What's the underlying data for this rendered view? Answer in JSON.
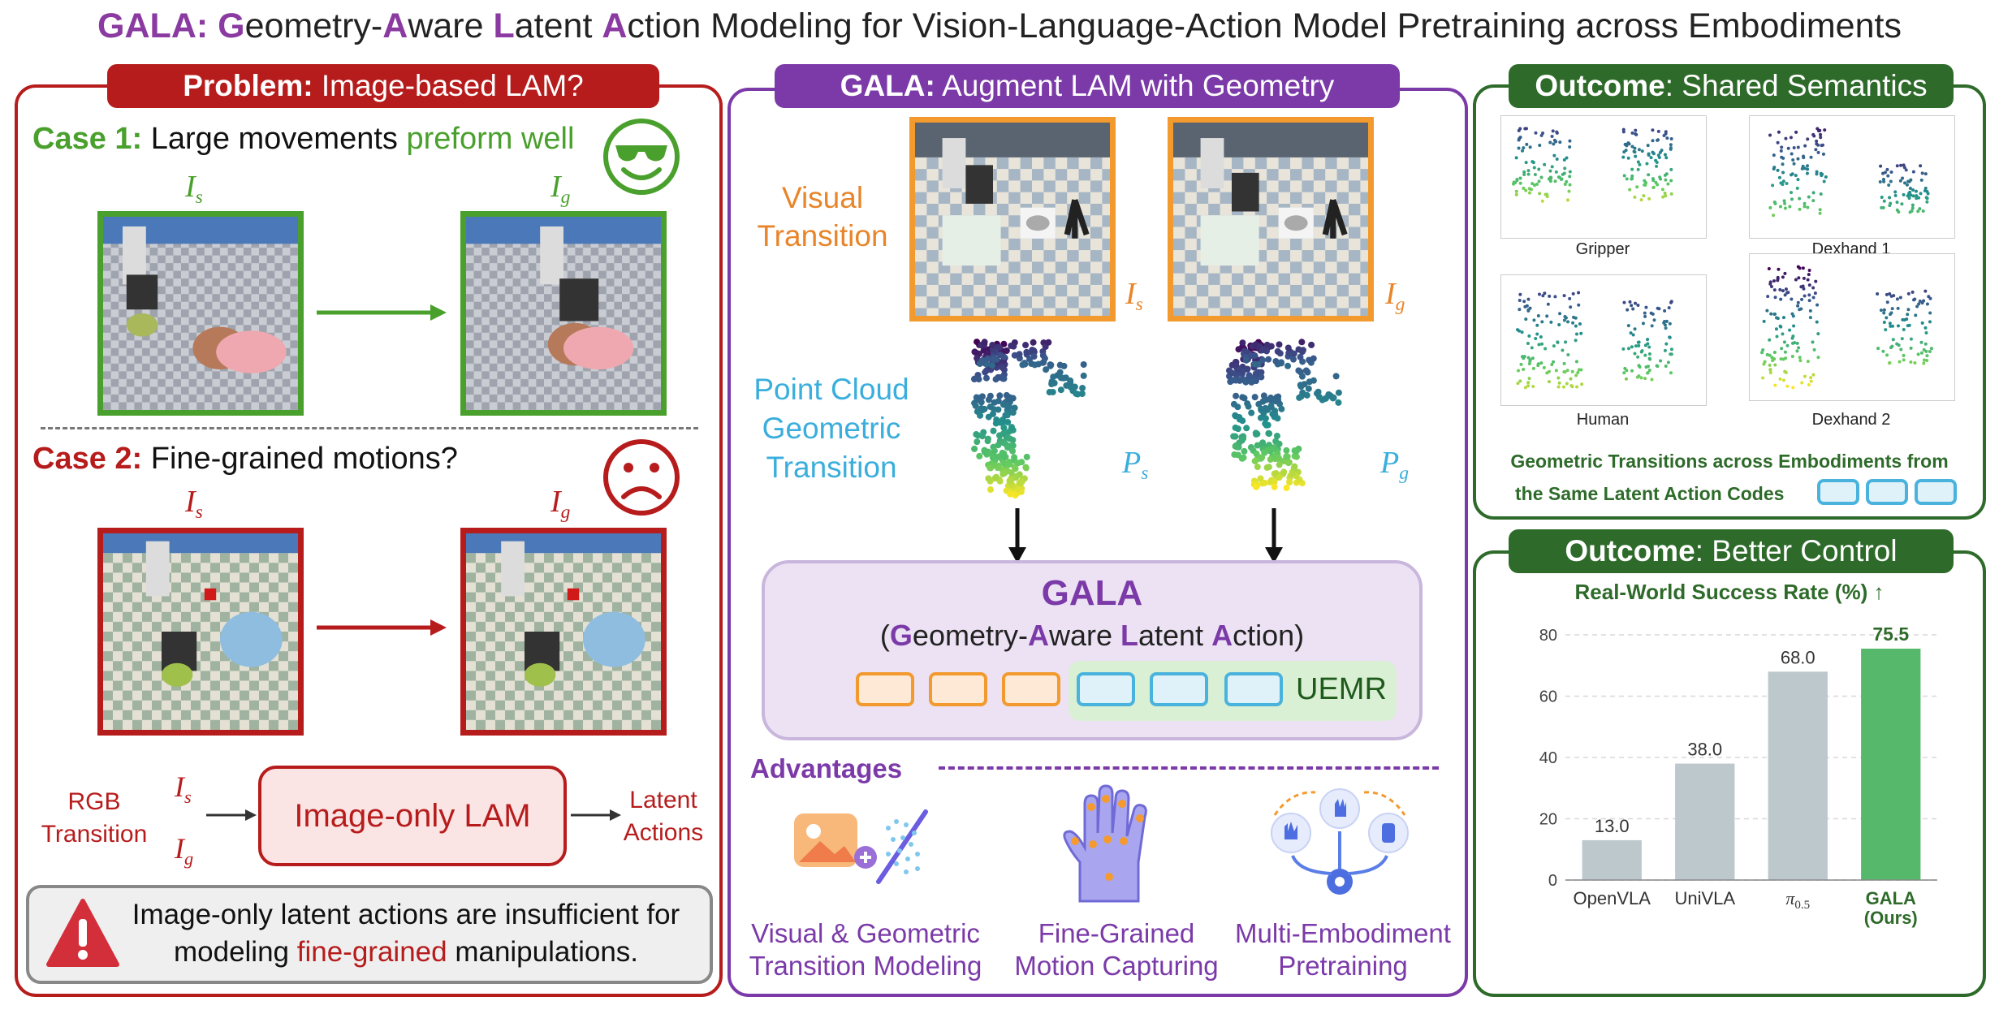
{
  "title": {
    "prefix": "GALA: ",
    "parts": [
      [
        "G",
        "eometry-"
      ],
      [
        "A",
        "ware "
      ],
      [
        "L",
        "atent "
      ],
      [
        "A",
        "ction Modeling for Vision-Language-Action Model Pretraining across Embodiments"
      ]
    ]
  },
  "colors": {
    "red": "#b71c1c",
    "green": "#4aa02c",
    "purple": "#7b3aa8",
    "dark_green": "#2e6b2a",
    "orange": "#e8852a",
    "cyan": "#3aaedc"
  },
  "left": {
    "header_bold": "Problem:",
    "header_rest": " Image-based LAM?",
    "case1_bold": "Case 1:",
    "case1_a": " Large movements ",
    "case1_b": "preform well",
    "case2_bold": "Case 2:",
    "case2_rest": " Fine-grained motions?",
    "img_start": "I",
    "img_start_sub": "s",
    "img_goal": "I",
    "img_goal_sub": "g",
    "rgb_transition": "RGB\nTransition",
    "lam_box": "Image-only LAM",
    "latent_actions": "Latent\nActions",
    "warning_a": "Image-only latent actions are insufficient for",
    "warning_b": "modeling ",
    "warning_c": "fine-grained",
    "warning_d": " manipulations.",
    "happy_icon": "smiling-face-sunglasses-icon",
    "sad_icon": "frowning-face-icon",
    "warn_icon": "warning-triangle-icon"
  },
  "middle": {
    "header_bold": "GALA:",
    "header_rest": " Augment LAM with Geometry",
    "visual_transition": "Visual\nTransition",
    "point_cloud": "Point Cloud\nGeometric\nTransition",
    "p_start": "P",
    "p_start_sub": "s",
    "p_goal": "P",
    "p_goal_sub": "g",
    "gala_title": "GALA",
    "gala_sub_parts": [
      [
        "(",
        ""
      ],
      [
        "G",
        "eometry-"
      ],
      [
        "A",
        "ware "
      ],
      [
        "L",
        "atent "
      ],
      [
        "A",
        "ction)"
      ]
    ],
    "uemr": "UEMR",
    "advantages": "Advantages",
    "adv1": "Visual & Geometric\nTransition Modeling",
    "adv2": "Fine-Grained\nMotion Capturing",
    "adv3": "Multi-Embodiment\nPretraining"
  },
  "right_top": {
    "header_bold": "Outcome",
    "header_rest": ": Shared Semantics",
    "labels": [
      "Gripper",
      "Dexhand 1",
      "Human",
      "Dexhand 2"
    ],
    "caption_a": "Geometric Transitions across Embodiments from",
    "caption_b": "the Same Latent Action Codes"
  },
  "right_bottom": {
    "header_bold": "Outcome",
    "header_rest": ": Better Control"
  },
  "chart_data": {
    "type": "bar",
    "title": "Real-World Success Rate (%) ↑",
    "categories": [
      "OpenVLA",
      "UniVLA",
      "π0.5",
      "GALA\n(Ours)"
    ],
    "values": [
      13.0,
      38.0,
      68.0,
      75.5
    ],
    "value_labels": [
      "13.0",
      "38.0",
      "68.0",
      "75.5"
    ],
    "ylim": [
      0,
      80
    ],
    "yticks": [
      "0",
      "20",
      "40",
      "60",
      "80"
    ],
    "bar_colors": [
      "#bcc8cc",
      "#bcc8cc",
      "#bcc8cc",
      "#55b86a"
    ],
    "grid": true
  }
}
